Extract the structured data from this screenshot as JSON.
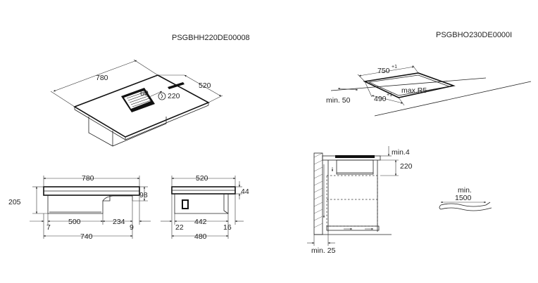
{
  "model_codes": {
    "left": "PSGBHH220DE00008",
    "right": "PSGBHO230DE0000I"
  },
  "isometric": {
    "length": "780",
    "depth": "520",
    "vent_depth": "60",
    "max_temp": "220"
  },
  "cutout": {
    "width": "750",
    "width_tol": "+1",
    "depth": "490",
    "depth_tol": "+1",
    "radius": "max.R5",
    "edge_min": "min. 50"
  },
  "front_view": {
    "width": "780",
    "height": "205",
    "top_height": "98",
    "left_offset": "7",
    "duct_width": "500",
    "duct_offset": "234",
    "right_offset": "9",
    "base_width": "740"
  },
  "side_view": {
    "width": "520",
    "glass_thickness": "44",
    "left_offset": "22",
    "body_depth": "442",
    "right_offset": "16",
    "base_depth": "480"
  },
  "section_view": {
    "gap_min": "min.4",
    "clearance": "220",
    "wall_min": "min. 25"
  },
  "cable": {
    "label_min": "min.",
    "label_len": "1500"
  }
}
